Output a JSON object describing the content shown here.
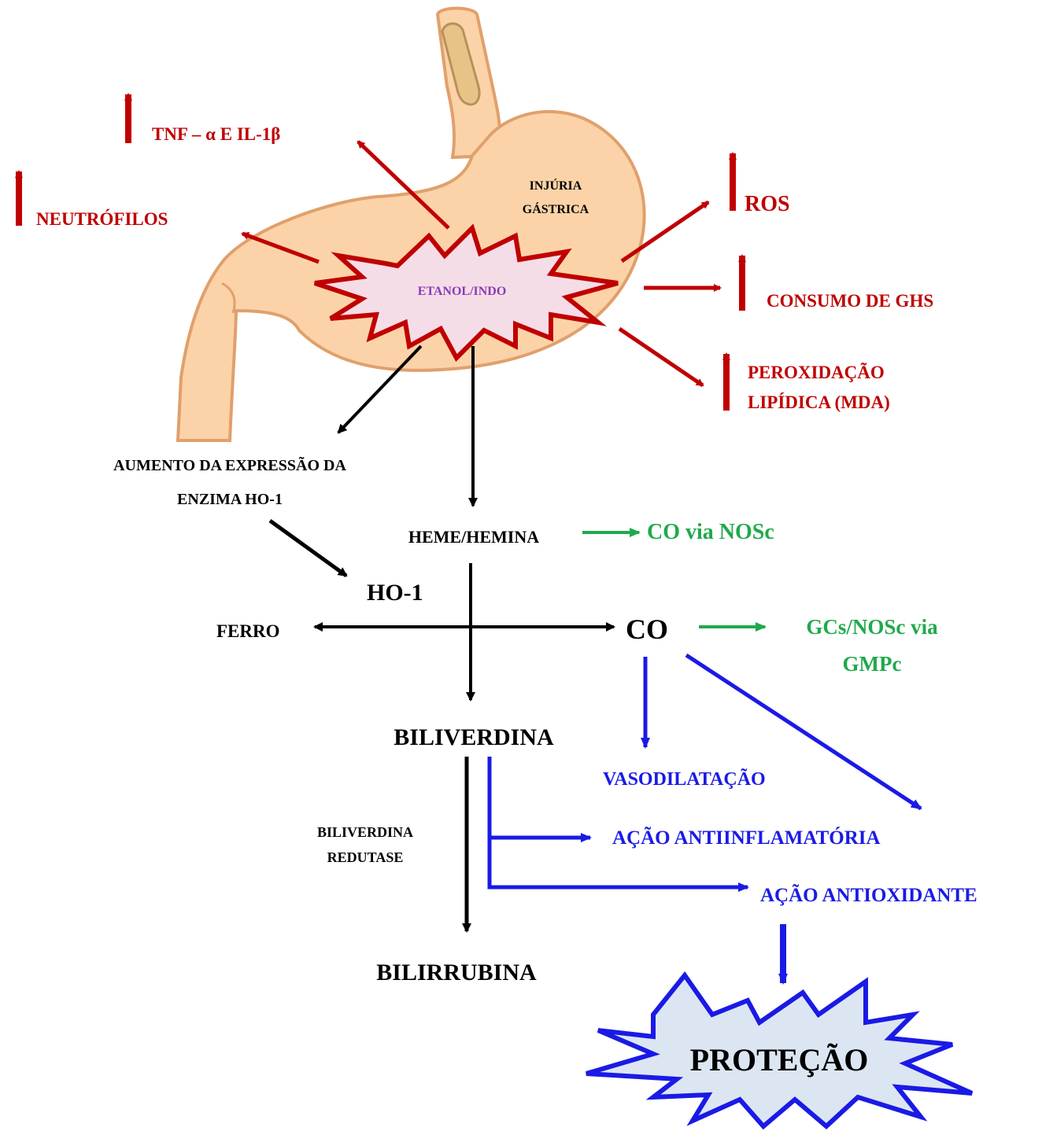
{
  "labels": {
    "tnf": "TNF – α E IL-1β",
    "neutrofilos": "NEUTRÓFILOS",
    "injuria_line1": "INJÚRIA",
    "injuria_line2": "GÁSTRICA",
    "etanol": "ETANOL/INDO",
    "ros": "ROS",
    "consumo_ghs": "CONSUMO DE GHS",
    "peroxidacao_line1": "PEROXIDAÇÃO",
    "peroxidacao_line2": "LIPÍDICA (MDA)",
    "aumento_line1": "AUMENTO DA EXPRESSÃO DA",
    "aumento_line2": "ENZIMA HO-1",
    "heme": "HEME/HEMINA",
    "co_via_nosc": "CO via NOSc",
    "ho1": "HO-1",
    "ferro": "FERRO",
    "co": "CO",
    "gcs_line1": "GCs/NOSc via",
    "gcs_line2": "GMPc",
    "biliverdina": "BILIVERDINA",
    "vasodilatacao": "VASODILATAÇÃO",
    "redutase_line1": "BILIVERDINA",
    "redutase_line2": "REDUTASE",
    "antiinflamatoria": "AÇÃO ANTIINFLAMATÓRIA",
    "antioxidante": "AÇÃO ANTIOXIDANTE",
    "bilirrubina": "BILIRRUBINA",
    "protecao": "PROTEÇÃO"
  },
  "colors": {
    "red": "#c00000",
    "black": "#000000",
    "green": "#1faa4b",
    "blue": "#1a1ae6",
    "purple": "#8a3cb4",
    "stomach_fill": "#fcd3a8",
    "stomach_stroke": "#e0a06c",
    "star_fill": "#f5dde8",
    "protect_fill": "#dce6f2"
  }
}
